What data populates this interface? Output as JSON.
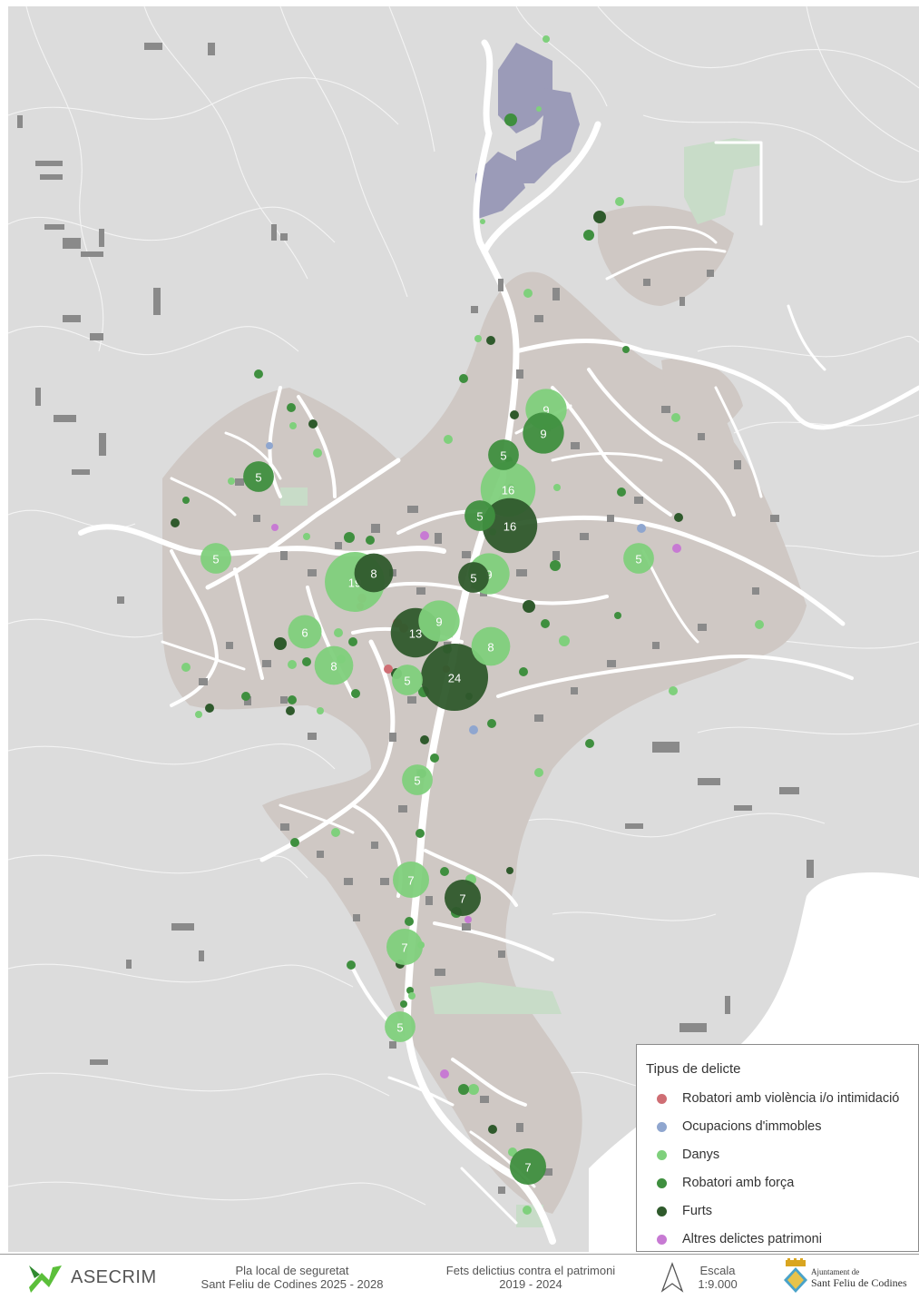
{
  "map": {
    "colors": {
      "background": "#dcdcdc",
      "urban": "#cfc8c4",
      "building": "#8a8a8a",
      "industrial": "#9b9bb8",
      "street": "#ffffff",
      "contour": "#f4f4f4",
      "park": "#c8dcc8"
    },
    "categories": [
      {
        "id": "robatori_violencia",
        "color": "#cf6e74"
      },
      {
        "id": "ocupacions",
        "color": "#8fa6cf"
      },
      {
        "id": "danys",
        "color": "#7fd07c"
      },
      {
        "id": "robatori_forca",
        "color": "#3f8f3f"
      },
      {
        "id": "furts",
        "color": "#2f5a2c"
      },
      {
        "id": "altres",
        "color": "#c77ad3"
      }
    ],
    "markers": [
      {
        "cat": "furts",
        "count": 24
      },
      {
        "cat": "danys",
        "count": 19
      },
      {
        "cat": "danys",
        "count": 16
      },
      {
        "cat": "furts",
        "count": 16
      },
      {
        "cat": "furts",
        "count": 13
      },
      {
        "cat": "danys",
        "count": 9
      },
      {
        "cat": "robatori_forca",
        "count": 9
      },
      {
        "cat": "danys",
        "count": 9
      },
      {
        "cat": "danys",
        "count": 9
      },
      {
        "cat": "furts",
        "count": 8
      },
      {
        "cat": "danys",
        "count": 8
      },
      {
        "cat": "danys",
        "count": 8
      },
      {
        "cat": "danys",
        "count": 7
      },
      {
        "cat": "furts",
        "count": 7
      },
      {
        "cat": "danys",
        "count": 7
      },
      {
        "cat": "robatori_forca",
        "count": 7
      },
      {
        "cat": "danys",
        "count": 6
      },
      {
        "cat": "danys",
        "count": 5
      },
      {
        "cat": "robatori_forca",
        "count": 5
      },
      {
        "cat": "robatori_forca",
        "count": 5
      },
      {
        "cat": "robatori_forca",
        "count": 5
      },
      {
        "cat": "furts",
        "count": 5
      },
      {
        "cat": "danys",
        "count": 5
      },
      {
        "cat": "danys",
        "count": 5
      },
      {
        "cat": "danys",
        "count": 5
      },
      {
        "cat": "danys",
        "count": 5
      }
    ]
  },
  "legend": {
    "title": "Tipus de delicte",
    "items": [
      {
        "label": "Robatori amb violència i/o intimidació",
        "color": "#cf6e74"
      },
      {
        "label": "Ocupacions d'immobles",
        "color": "#8fa6cf"
      },
      {
        "label": "Danys",
        "color": "#7fd07c"
      },
      {
        "label": "Robatori amb força",
        "color": "#3f8f3f"
      },
      {
        "label": "Furts",
        "color": "#2f5a2c"
      },
      {
        "label": "Altres delictes patrimoni",
        "color": "#c77ad3"
      }
    ]
  },
  "footer": {
    "brand": "ASECRIM",
    "plan_line1": "Pla local de seguretat",
    "plan_line2": "Sant Feliu de Codines 2025 - 2028",
    "facts_line1": "Fets delictius contra el patrimoni",
    "facts_line2": "2019 - 2024",
    "scale_label": "Escala",
    "scale_value": "1:9.000",
    "ajuntament_small": "Ajuntament de",
    "ajuntament_name": "Sant Feliu de Codines",
    "icons": [
      "asecrim-logo-icon",
      "north-arrow-icon",
      "municipal-coat-of-arms-icon"
    ]
  }
}
